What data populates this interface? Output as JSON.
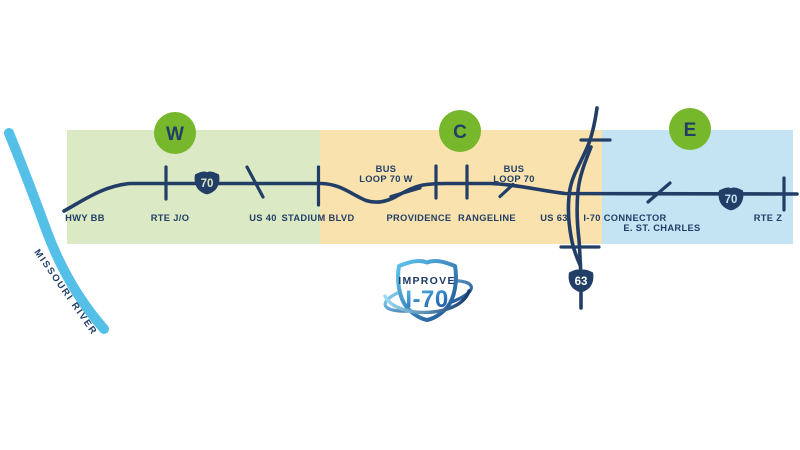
{
  "river": {
    "label": "MISSOURI RIVER"
  },
  "sections": [
    {
      "name": "west",
      "badge": "W"
    },
    {
      "name": "central",
      "badge": "C"
    },
    {
      "name": "east",
      "badge": "E"
    }
  ],
  "crossings": {
    "hwy_bb": "HWY BB",
    "rte_jo": "RTE J/O",
    "us_40": "US 40",
    "stadium_blvd": "STADIUM BLVD",
    "providence": "PROVIDENCE",
    "rangeline": "RANGELINE",
    "us_63": "US 63",
    "i70_connector": "I-70 CONNECTOR",
    "e_st_charles": "E. ST. CHARLES",
    "rte_z": "RTE Z"
  },
  "bus_loops": {
    "west": {
      "line1": "BUS",
      "line2": "LOOP 70 W"
    },
    "east": {
      "line1": "BUS",
      "line2": "LOOP 70"
    }
  },
  "shields": {
    "i70_west": "70",
    "i70_east": "70",
    "us63": "63"
  },
  "logo": {
    "top": "IMPROVE",
    "main": "I-70"
  },
  "colors": {
    "navy": "#223e66",
    "badge_green": "#77b72c",
    "band_west_green": "#dbe9c5",
    "band_central_orange": "#f9e2ae",
    "band_east_blue": "#c4e4f4",
    "river_blue": "#54c0e8",
    "logo_light_blue": "#5ec5ef",
    "logo_dark_blue": "#1c4c8f"
  }
}
